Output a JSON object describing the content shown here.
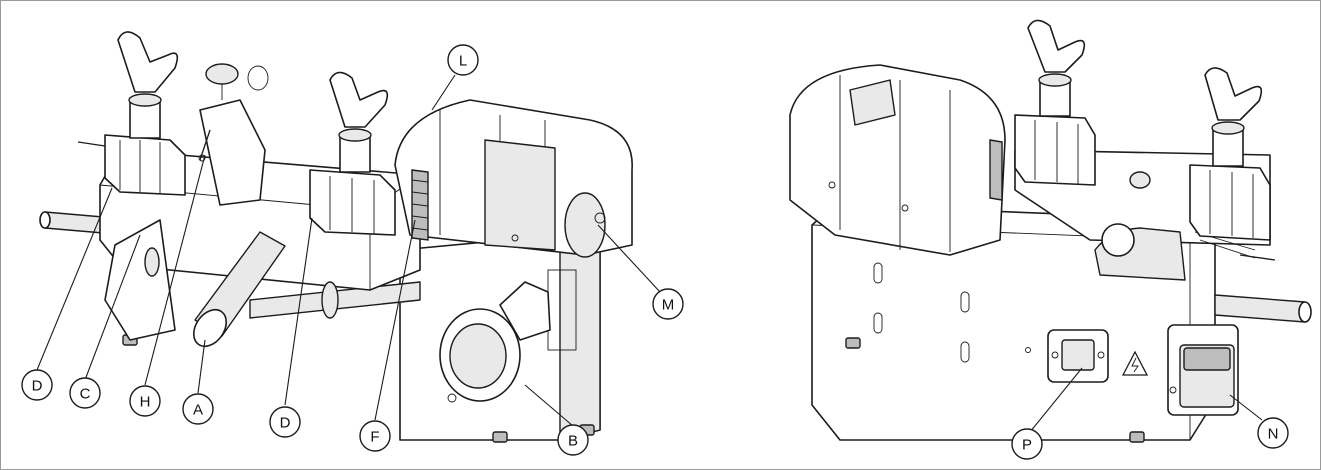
{
  "callouts_left": [
    {
      "id": "D1",
      "label": "D"
    },
    {
      "id": "C",
      "label": "C"
    },
    {
      "id": "H",
      "label": "H"
    },
    {
      "id": "A",
      "label": "A"
    },
    {
      "id": "D2",
      "label": "D"
    },
    {
      "id": "F",
      "label": "F"
    },
    {
      "id": "B",
      "label": "B"
    },
    {
      "id": "L",
      "label": "L"
    },
    {
      "id": "M",
      "label": "M"
    }
  ],
  "callouts_right": [
    {
      "id": "P",
      "label": "P"
    },
    {
      "id": "N",
      "label": "N"
    }
  ]
}
